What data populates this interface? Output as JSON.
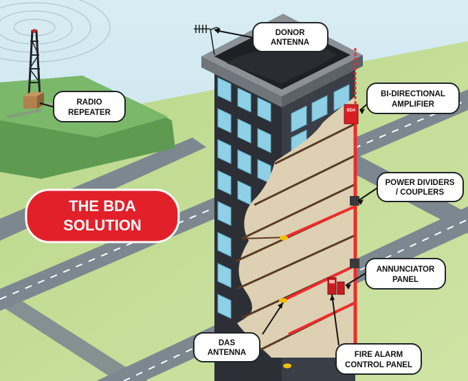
{
  "title": {
    "line1": "THE BDA",
    "line2": "SOLUTION"
  },
  "labels": {
    "donor_antenna": [
      "DONOR",
      "ANTENNA"
    ],
    "radio_repeater": [
      "RADIO",
      "REPEATER"
    ],
    "bi_directional_amplifier": [
      "BI-DIRECTIONAL",
      "AMPLIFIER"
    ],
    "power_dividers": [
      "POWER DIVIDERS",
      "/ COUPLERS"
    ],
    "annunciator_panel": [
      "ANNUNCIATOR",
      "PANEL"
    ],
    "das_antenna": [
      "DAS",
      "ANTENNA"
    ],
    "fire_alarm_panel": [
      "FIRE ALARM",
      "CONTROL PANEL"
    ]
  },
  "bda_box_text": "BDA",
  "colors": {
    "sky": "#cfe7f1",
    "ground": "#b7d77e",
    "road": "#7d8790",
    "hill": "#5e9a52",
    "building": "#2c2f36",
    "window": "#8fd0e6",
    "floor": "#ddd0b3",
    "floor_edge": "#5a3a24",
    "cable": "#ef2b2b",
    "title_bg": "#e2202a"
  }
}
